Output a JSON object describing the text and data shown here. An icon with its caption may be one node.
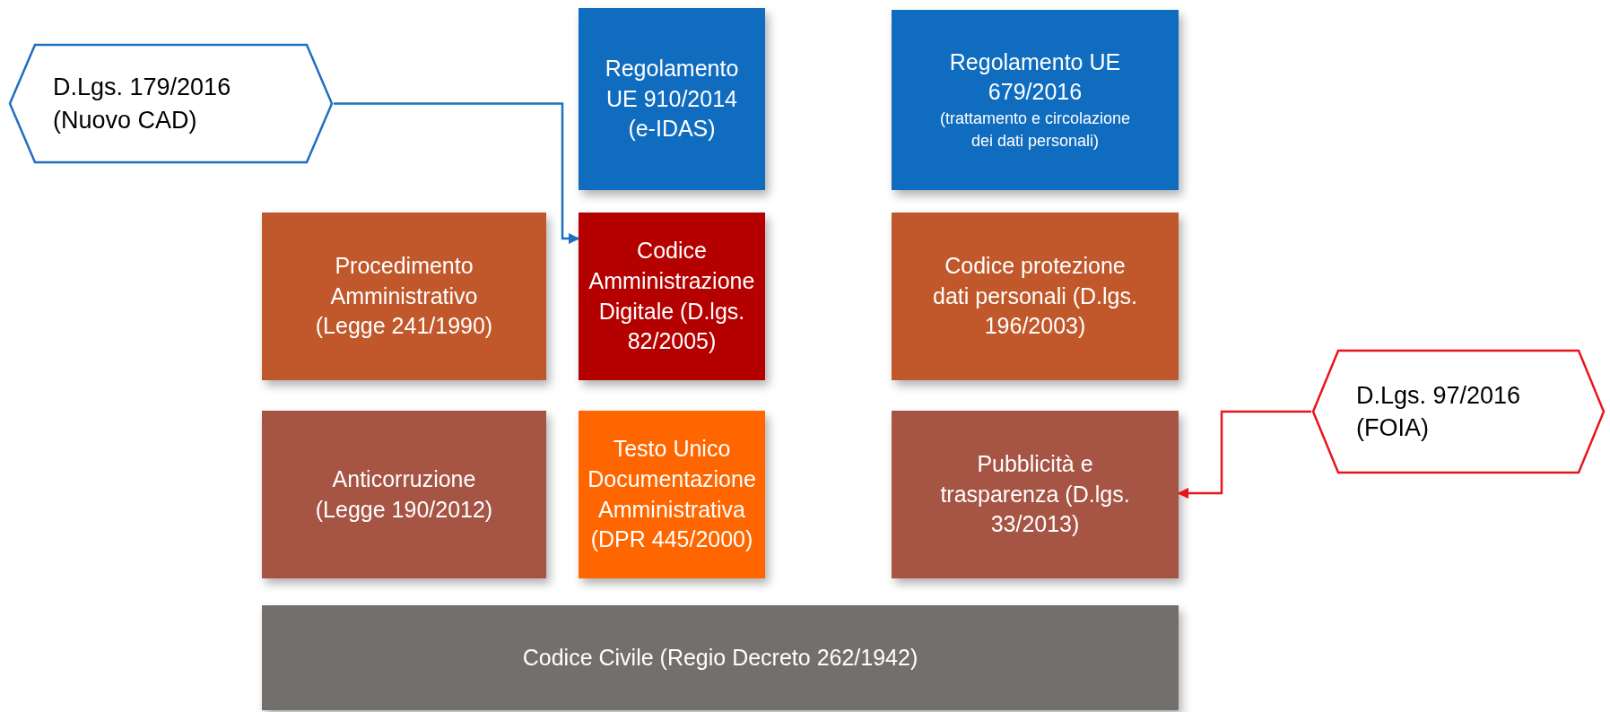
{
  "diagram": {
    "nodes": [
      {
        "text": [
          "D.Lgs. 179/2016 (Nuovo CAD)"
        ]
      },
      {
        "text": [
          "Regolamento UE 910/2014 (e-IDAS)"
        ]
      },
      {
        "text": [
          "Regolamento UE 679/2016",
          "(trattamento e circolazione dei dati personali)"
        ]
      },
      {
        "text": [
          "Procedimento Amministrativo (Legge 241/1990)"
        ]
      },
      {
        "text": [
          "Codice Amministrazione Digitale (D.lgs. 82/2005)"
        ]
      },
      {
        "text": [
          "Codice protezione dati personali  (D.lgs. 196/2003)"
        ]
      },
      {
        "text": [
          "D.Lgs. 97/2016 (FOIA)"
        ]
      },
      {
        "text": [
          "Anticorruzione (Legge 190/2012)"
        ]
      },
      {
        "text": [
          "Testo Unico Documentazione Amministrativa (DPR 445/2000)"
        ]
      },
      {
        "text": [
          "Pubblicità e trasparenza (D.lgs. 33/2013)"
        ]
      },
      {
        "text": [
          "Codice Civile (Regio Decreto 262/1942)"
        ]
      }
    ],
    "edges": [
      {
        "from": 0,
        "to": 4,
        "arrow": "to",
        "color": "#1f6fc0"
      },
      {
        "from": 6,
        "to": 9,
        "arrow": "to",
        "color": "#e8141b"
      }
    ]
  }
}
